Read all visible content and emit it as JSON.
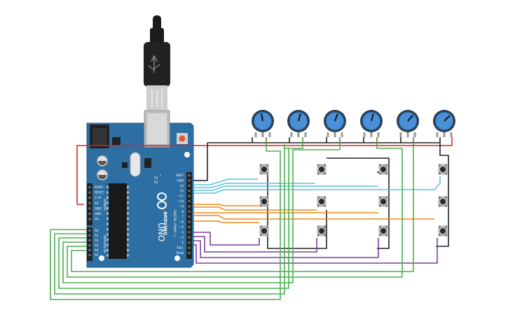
{
  "board": {
    "brand": "ARDUINO",
    "model": "UNO",
    "digital_label": "DIGITAL (PWM ~)",
    "power_label": "POWER",
    "analog_label": "ANALOG IN",
    "digital_pins": [
      "AREF",
      "GND",
      "13",
      "12",
      "~11",
      "~10",
      "~9",
      "8",
      "7",
      "~6",
      "~5",
      "4",
      "~3",
      "2",
      "TX▸1",
      "RX◂0"
    ],
    "power_pins": [
      "IOREF",
      "RESET",
      "3.3V",
      "5V",
      "GND",
      "GND",
      "Vin"
    ],
    "analog_pins": [
      "A0",
      "A1",
      "A2",
      "A3",
      "A4",
      "A5"
    ],
    "tx_label": "TX",
    "rx_label": "RX",
    "l_label": "L"
  },
  "colors": {
    "board": "#2d6fa3",
    "wire_red": "#d62728",
    "wire_black": "#222222",
    "wire_cyan": "#5bc4d6",
    "wire_orange": "#ef8a17",
    "wire_purple": "#7b3f9e",
    "wire_green": "#4caf50",
    "knob": "#4a90d9"
  },
  "components": {
    "potentiometers": 6,
    "pushbuttons": 12
  }
}
